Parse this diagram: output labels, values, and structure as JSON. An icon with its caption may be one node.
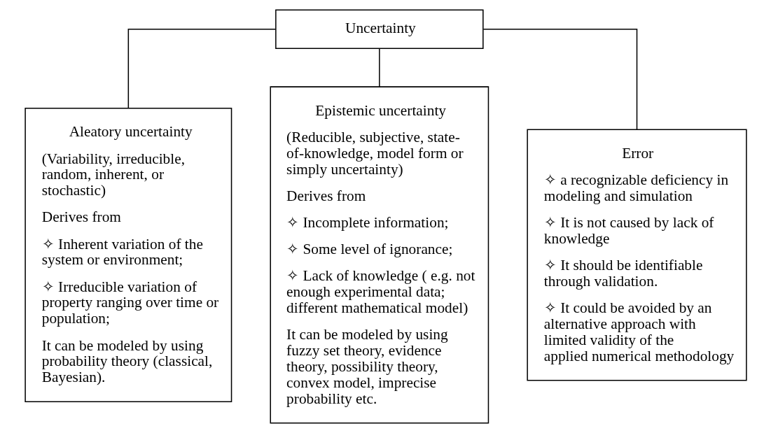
{
  "diagram": {
    "nodes": [
      {
        "text": [
          "Uncertainty"
        ]
      },
      {
        "text": [
          "Aleatory uncertainty",
          "(Variability, irreducible, random, inherent, or stochastic)",
          "Derives from",
          "✧ Inherent variation of the system or environment;",
          "✧ Irreducible variation of property ranging over time or population;",
          "It can be modeled by using probability theory (classical, Bayesian)."
        ]
      },
      {
        "text": [
          "Epistemic uncertainty",
          "(Reducible, subjective, state-of-knowledge, model form or simply uncertainty)",
          "Derives from",
          "✧ Incomplete information;",
          "✧ Some level of ignorance;",
          "✧ Lack of knowledge ( e.g. not enough experimental data; different mathematical model)",
          "It can be modeled by using fuzzy set theory, evidence theory, possibility theory, convex model, imprecise probability etc."
        ]
      },
      {
        "text": [
          "Error",
          "✧ a recognizable deficiency in modeling and simulation",
          "✧ It is not caused by lack of knowledge",
          "✧ It should be identifiable through validation.",
          "✧ It could be avoided by an alternative approach with limited validity of the applied numerical methodology"
        ]
      }
    ],
    "edges": [
      {
        "from": 0,
        "to": 1,
        "arrow": "none"
      },
      {
        "from": 0,
        "to": 2,
        "arrow": "none"
      },
      {
        "from": 0,
        "to": 3,
        "arrow": "none"
      }
    ]
  }
}
